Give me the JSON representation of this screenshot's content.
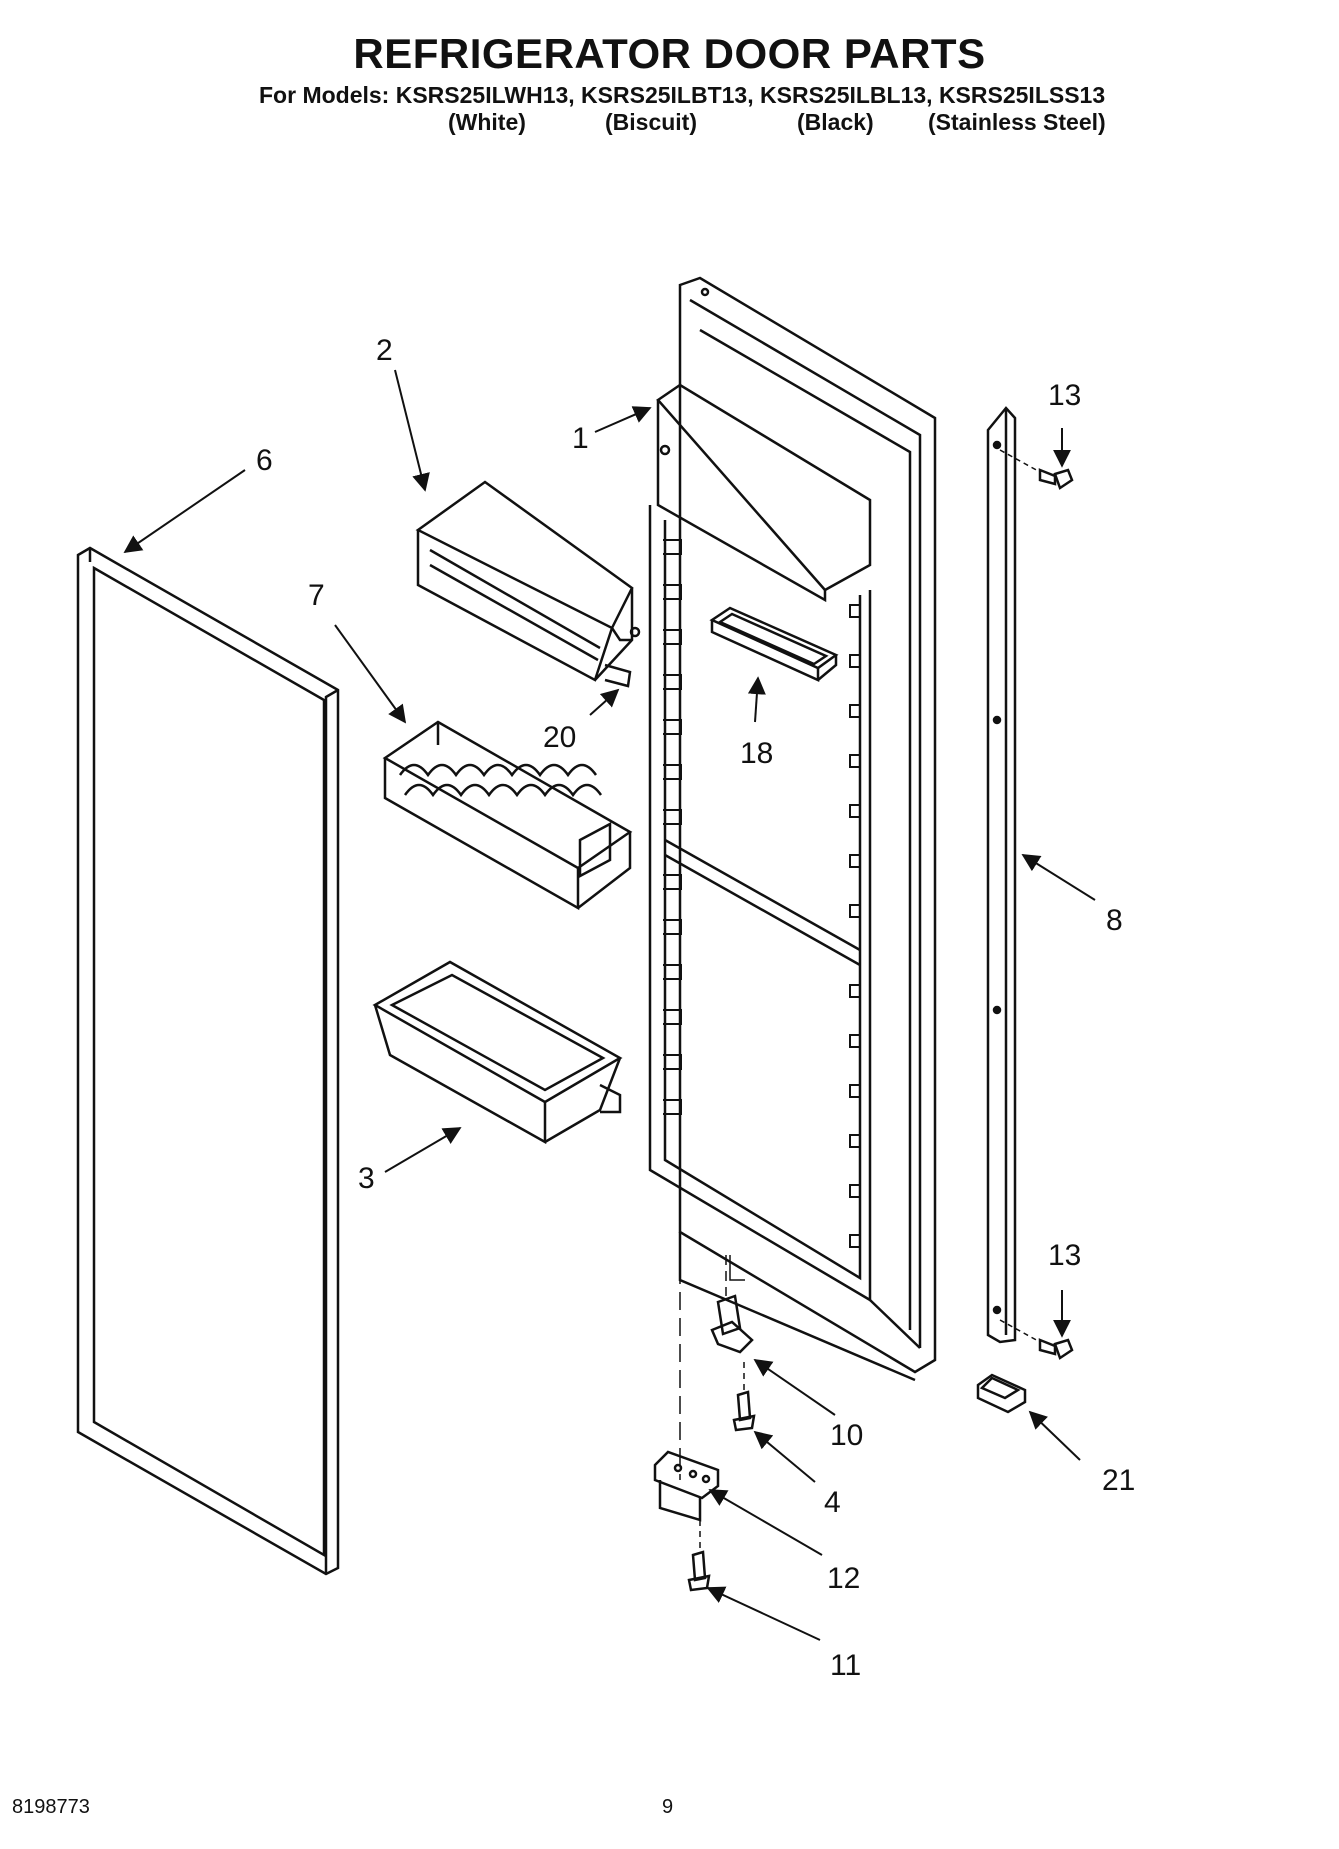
{
  "header": {
    "title": "REFRIGERATOR DOOR PARTS",
    "models_line": "For Models: KSRS25ILWH13, KSRS25ILBT13, KSRS25ILBL13, KSRS25ILSS13",
    "colors": [
      "(White)",
      "(Biscuit)",
      "(Black)",
      "(Stainless Steel)"
    ]
  },
  "callouts": {
    "c1": "1",
    "c2": "2",
    "c3": "3",
    "c4": "4",
    "c6": "6",
    "c7": "7",
    "c8": "8",
    "c10": "10",
    "c11": "11",
    "c12": "12",
    "c13a": "13",
    "c13b": "13",
    "c18": "18",
    "c20": "20",
    "c21": "21"
  },
  "footer": {
    "doc_number": "8198773",
    "page_number": "9"
  }
}
